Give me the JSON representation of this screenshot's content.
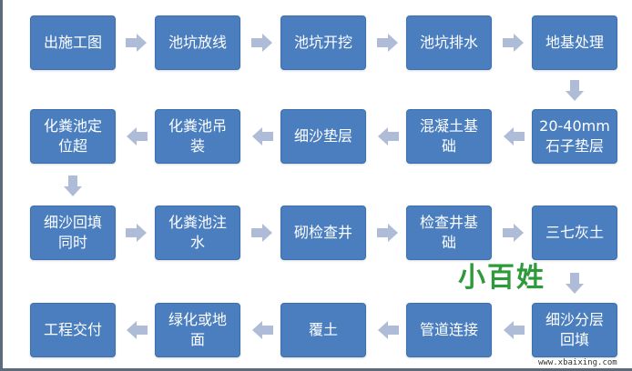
{
  "steps": [
    "出施工图",
    "池坑放线",
    "池坑开挖",
    "池坑排水",
    "地基处理",
    "20-40mm石子垫层",
    "混凝土基础",
    "细沙垫层",
    "化粪池吊装",
    "化粪池定位超",
    "细沙回填同时",
    "化粪池注水",
    "砌检查井",
    "检查井基础",
    "三七灰土",
    "细沙分层回填",
    "管道连接",
    "覆土",
    "绿化或地面",
    "工程交付"
  ],
  "watermark": {
    "logo": "小百姓",
    "url": "www.xbaixing.com"
  },
  "colors": {
    "box": "#4a7ebf",
    "arrow": "#aebcd8"
  }
}
